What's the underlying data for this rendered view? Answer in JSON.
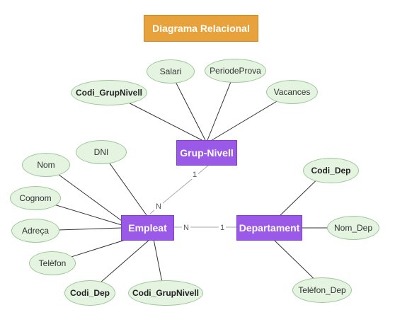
{
  "title": "Diagrama Relacional",
  "entities": {
    "grup_nivell": "Grup-Nivell",
    "empleat": "Empleat",
    "departament": "Departament"
  },
  "attributes": {
    "codi_grupnivell_gn": "Codi_GrupNivell",
    "salari": "Salari",
    "periodeprova": "PeriodeProva",
    "vacances": "Vacances",
    "dni": "DNI",
    "nom": "Nom",
    "cognom": "Cognom",
    "adreca": "Adreça",
    "telefon": "Telèfon",
    "codi_dep_emp": "Codi_Dep",
    "codi_grupnivell_emp": "Codi_GrupNivell",
    "codi_dep": "Codi_Dep",
    "nom_dep": "Nom_Dep",
    "telefon_dep": "Telèfon_Dep"
  },
  "cardinalities": {
    "emp_gn_near_emp": "N",
    "emp_gn_near_gn": "1",
    "emp_dep_near_emp": "N",
    "emp_dep_near_dep": "1"
  },
  "colors": {
    "entity": "#9b59e8",
    "attribute": "#e4f4e1",
    "title": "#e8a23c",
    "line": "#333333",
    "relation_line": "#aaaaaa"
  }
}
